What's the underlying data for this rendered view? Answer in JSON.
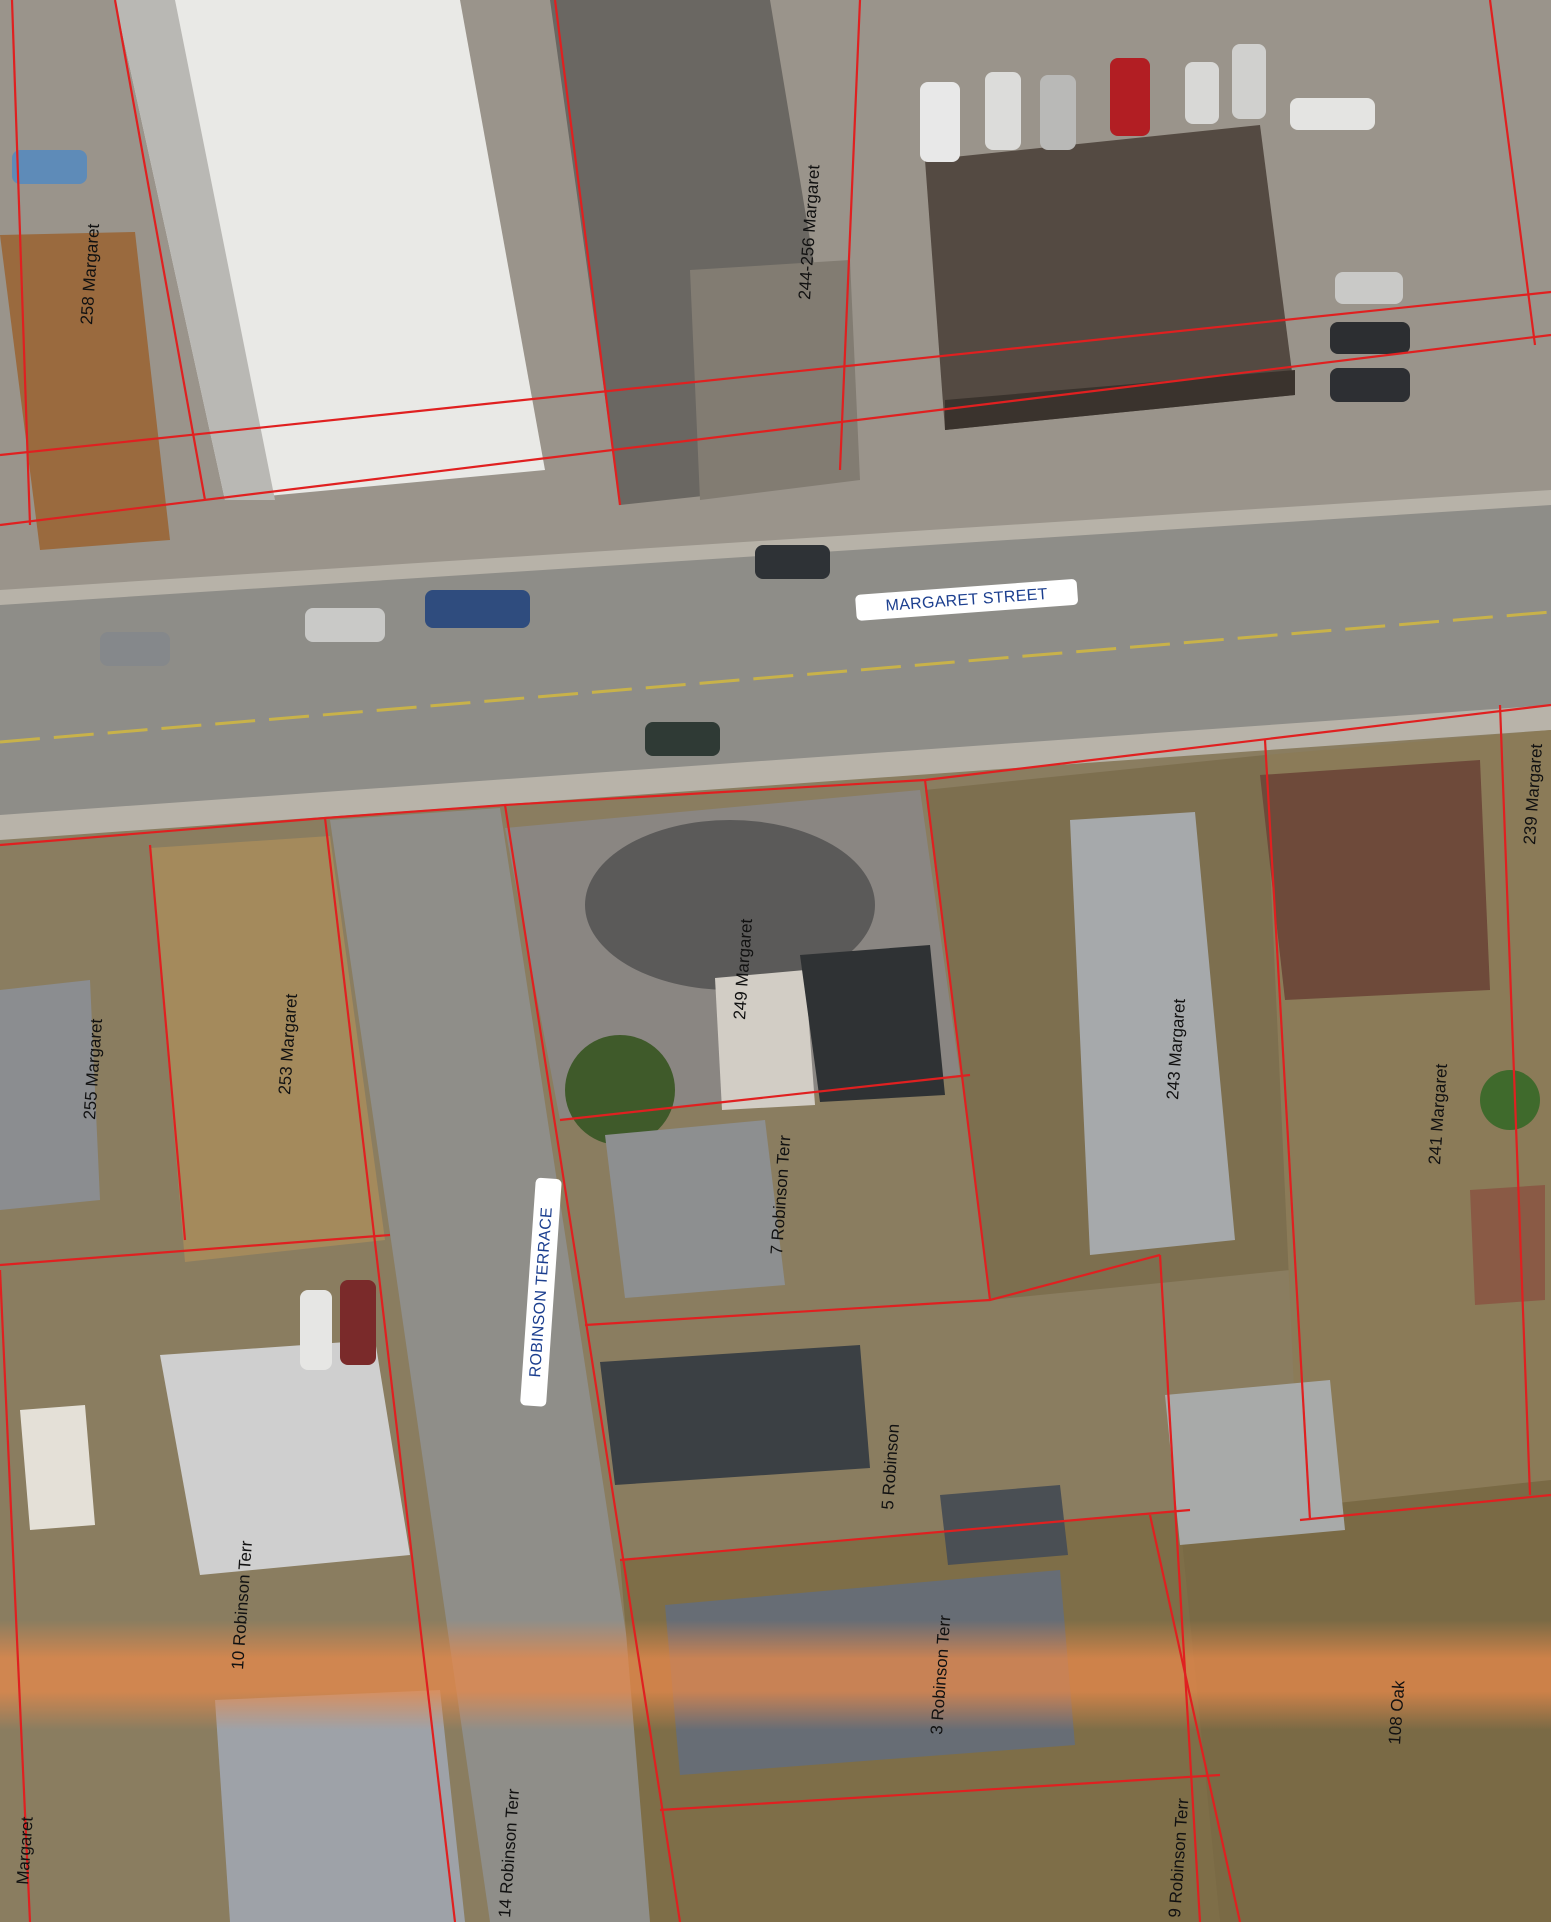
{
  "streets": {
    "margaret": "MARGARET STREET",
    "robinson": "ROBINSON TERRACE"
  },
  "parcels": {
    "p258": "258 Margaret",
    "p244_256": "244-256 Margaret",
    "p253": "253 Margaret",
    "p255": "255 Margaret",
    "p249": "249 Margaret",
    "p243": "243 Margaret",
    "p241": "241 Margaret",
    "p239": "239 Margaret",
    "p7": "7 Robinson Terr",
    "p5": "5 Robinson",
    "p3": "3 Robinson Terr",
    "p9": "9 Robinson Terr",
    "p10": "10 Robinson Terr",
    "p14": "14 Robinson Terr",
    "p108": "108 Oak",
    "pEdge": "Margaret"
  },
  "colors": {
    "parcel_line": "#e02020",
    "label_box": "#ffffff",
    "label_text": "#1c3f8f",
    "road": "#8d8c86",
    "grass": "#8c7a52",
    "roof_dark": "#3d3f42",
    "roof_light": "#d6d6d2"
  }
}
